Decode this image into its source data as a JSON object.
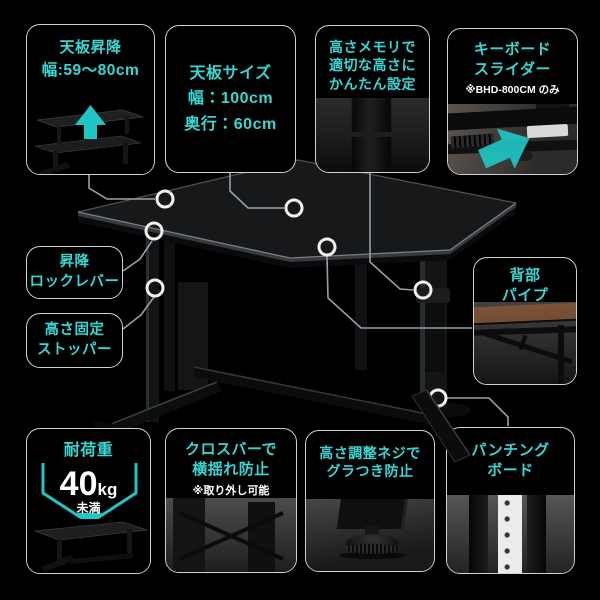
{
  "theme": {
    "background": "#000000",
    "accent_text": "#38d7d3",
    "arrow_color": "#1fc6c3",
    "box_border": "#ccd2d6",
    "connector_line": "#9aa0a4",
    "marker_ring": "#f1f1f1",
    "load_text": "#ffffff"
  },
  "callouts": {
    "tenban_shoukou": {
      "title": "天板昇降",
      "value": "幅:59～80cm"
    },
    "tenban_size": {
      "title": "天板サイズ",
      "width": "幅：100cm",
      "depth": "奥行：60cm"
    },
    "takasa_memori": {
      "line1": "高さメモリで",
      "line2": "適切な高さに",
      "line3": "かんたん設定"
    },
    "keyboard_slider": {
      "line1": "キーボード",
      "line2": "スライダー",
      "note": "※BHD-800CM のみ"
    },
    "shoukou_lock": {
      "line1": "昇降",
      "line2": "ロックレバー"
    },
    "takasa_kotei": {
      "line1": "高さ固定",
      "line2": "ストッパー"
    },
    "haibu_pipe": {
      "line1": "背部",
      "line2": "パイプ"
    },
    "taikaju": {
      "title": "耐荷重",
      "value": "40",
      "unit": "kg",
      "sub": "未満"
    },
    "crossbar": {
      "line1": "クロスバーで",
      "line2": "横揺れ防止",
      "note": "※取り外し可能"
    },
    "takasa_neji": {
      "line1": "高さ調整ネジで",
      "line2": "グラつき防止"
    },
    "punching": {
      "line1": "パンチング",
      "line2": "ボード"
    }
  }
}
